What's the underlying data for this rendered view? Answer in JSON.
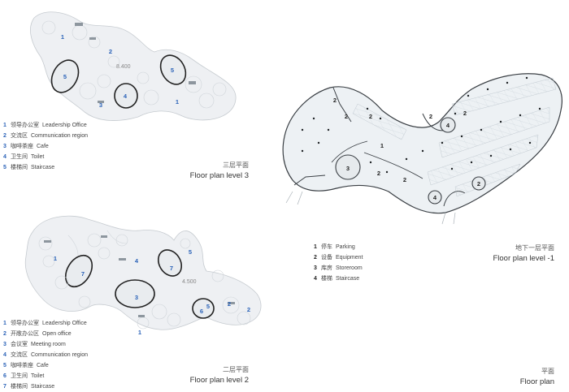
{
  "level3": {
    "legend": [
      {
        "num": "1",
        "cn": "领导办公室",
        "en": "Leadership Office"
      },
      {
        "num": "2",
        "cn": "交流区",
        "en": "Communication region"
      },
      {
        "num": "3",
        "cn": "咖啡茶座",
        "en": "Cafe"
      },
      {
        "num": "4",
        "cn": "卫生间",
        "en": "Toilet"
      },
      {
        "num": "5",
        "cn": "楼梯间",
        "en": "Staircase"
      }
    ],
    "caption_cn": "三层平面",
    "caption_en": "Floor plan level 3",
    "elevation": "8.400",
    "markers": [
      "1",
      "2",
      "3",
      "4",
      "5",
      "5",
      "1"
    ]
  },
  "level2": {
    "legend": [
      {
        "num": "1",
        "cn": "领导办公室",
        "en": "Leadership Office"
      },
      {
        "num": "2",
        "cn": "开敞办公区",
        "en": "Open office"
      },
      {
        "num": "3",
        "cn": "会议室",
        "en": "Meeting room"
      },
      {
        "num": "4",
        "cn": "交流区",
        "en": "Communication region"
      },
      {
        "num": "5",
        "cn": "咖啡茶座",
        "en": "Cafe"
      },
      {
        "num": "6",
        "cn": "卫生间",
        "en": "Toilet"
      },
      {
        "num": "7",
        "cn": "楼梯间",
        "en": "Staircase"
      }
    ],
    "caption_cn": "二层平面",
    "caption_en": "Floor plan level 2",
    "elevation": "4.500",
    "markers": [
      "1",
      "7",
      "4",
      "7",
      "5",
      "3",
      "1",
      "2",
      "6",
      "5",
      "2"
    ]
  },
  "basement": {
    "legend": [
      {
        "num": "1",
        "cn": "停车",
        "en": "Parking"
      },
      {
        "num": "2",
        "cn": "设备",
        "en": "Equipment"
      },
      {
        "num": "3",
        "cn": "库房",
        "en": "Storeroom"
      },
      {
        "num": "4",
        "cn": "楼梯",
        "en": "Staircase"
      }
    ],
    "caption_cn": "地下一层平面",
    "caption_en": "Floor plan level -1",
    "markers": [
      "2",
      "2",
      "2",
      "1",
      "3",
      "2",
      "2",
      "2",
      "4",
      "2",
      "2",
      "4"
    ]
  },
  "page": {
    "caption_cn": "平面",
    "caption_en": "Floor plan"
  }
}
